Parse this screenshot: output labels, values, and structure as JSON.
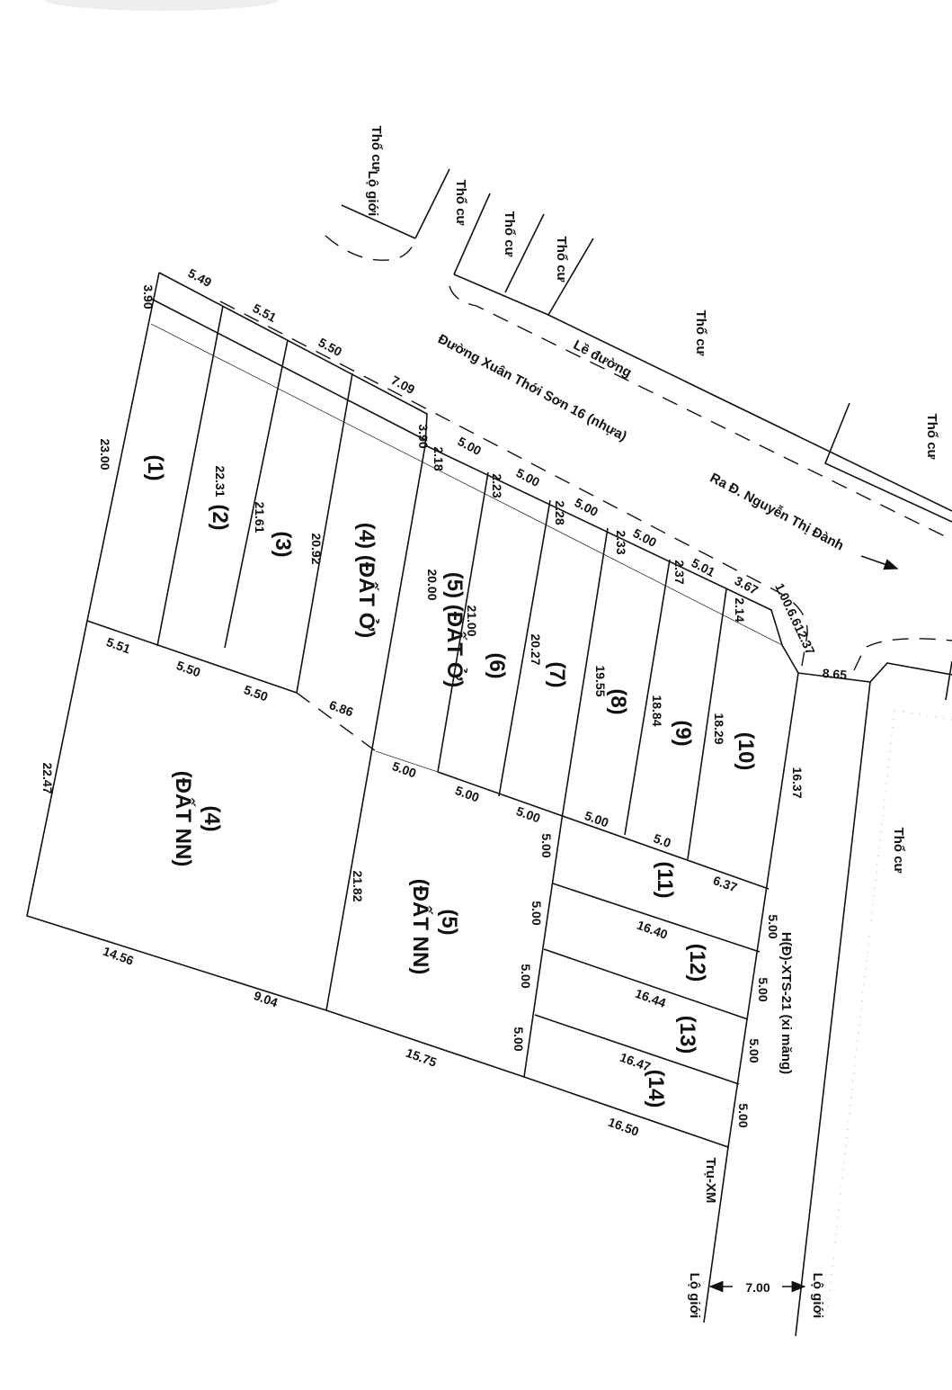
{
  "labels": [
    "Thổ cư",
    "Lộ giới",
    "Thổ cư",
    "Thổ cư",
    "Thổ cư",
    "Thổ cư",
    "Lề đường",
    "Đường Xuân Thới Sơn 16 (nhựa)",
    "Ra Đ. Nguyễn Thị Đành",
    "Thổ cư",
    "Thổ cư",
    "H(Đ)-XTS-21 (xi măng)",
    "Trụ-XM",
    "Lộ giới",
    "Lộ giới"
  ],
  "lots": [
    "(1)",
    "(2)",
    "(3)",
    "(4) (ĐẤT Ở)",
    "(5) (ĐẤT Ở)",
    "(6)",
    "(7)",
    "(8)",
    "(9)",
    "(10)",
    "(4)",
    "(ĐẤT NN)",
    "(5)",
    "(ĐẤT NN)",
    "(11)",
    "(12)",
    "(13)",
    "(14)"
  ],
  "dims": [
    "3.90",
    "5.49",
    "5.51",
    "5.50",
    "7.09",
    "3.90",
    "2.18",
    "5.00",
    "5.00",
    "5.00",
    "5.00",
    "5.01",
    "3.67",
    "1.00.6.612.37",
    "8.65",
    "2.23",
    "2.28",
    "2.33",
    "2.37",
    "2.14",
    "23.00",
    "22.31",
    "21.61",
    "20.92",
    "20.00",
    "21.00",
    "20.27",
    "19.55",
    "18.84",
    "18.29",
    "16.37",
    "5.51",
    "5.50",
    "5.50",
    "6.86",
    "5.00",
    "5.00",
    "5.00",
    "5.00",
    "5.0",
    "6.37",
    "22.47",
    "21.82",
    "14.56",
    "9.04",
    "15.75",
    "16.50",
    "5.00",
    "5.00",
    "5.00",
    "5.00",
    "16.40",
    "16.44",
    "16.47",
    "5.00",
    "5.00",
    "5.00",
    "5.00",
    "7.00"
  ]
}
